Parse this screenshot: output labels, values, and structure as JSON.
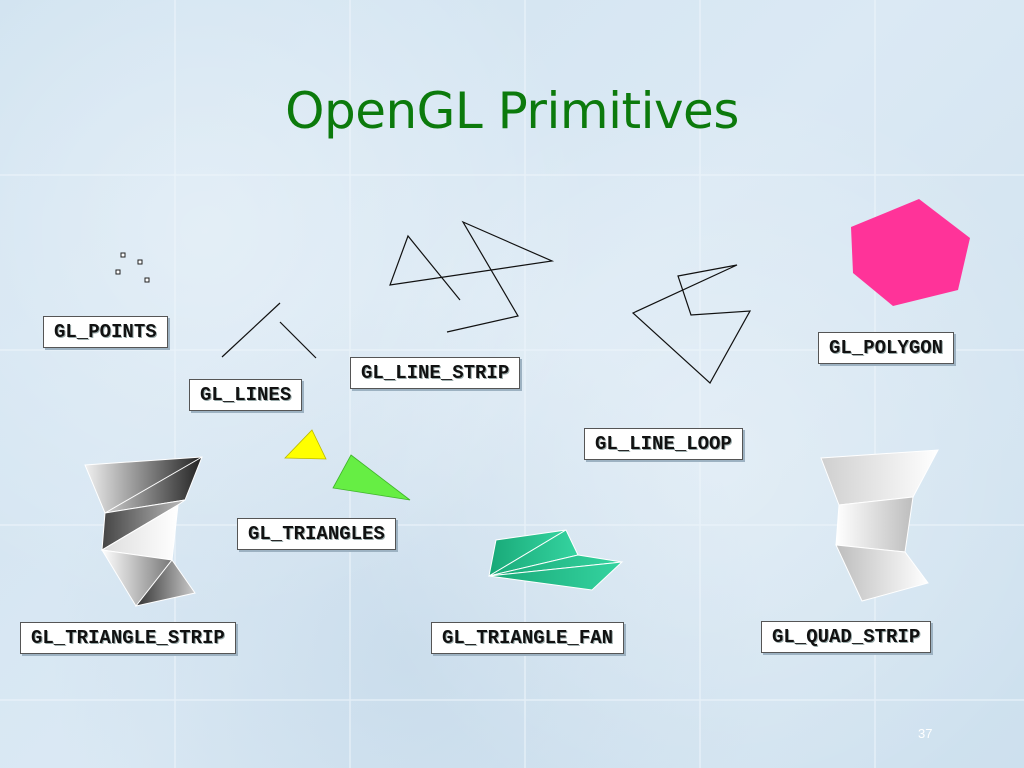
{
  "slide": {
    "title": "OpenGL Primitives",
    "page_number": "37"
  },
  "labels": {
    "points": "GL_POINTS",
    "lines": "GL_LINES",
    "line_strip": "GL_LINE_STRIP",
    "line_loop": "GL_LINE_LOOP",
    "polygon": "GL_POLYGON",
    "triangles": "GL_TRIANGLES",
    "triangle_strip": "GL_TRIANGLE_STRIP",
    "triangle_fan": "GL_TRIANGLE_FAN",
    "quad_strip": "GL_QUAD_STRIP"
  },
  "colors": {
    "title": "#0c7a0c",
    "polygon_fill": "#ff3399",
    "triangle_yellow": "#ffff00",
    "triangle_green": "#66ee44",
    "fan_fill": "#1fb98a"
  }
}
